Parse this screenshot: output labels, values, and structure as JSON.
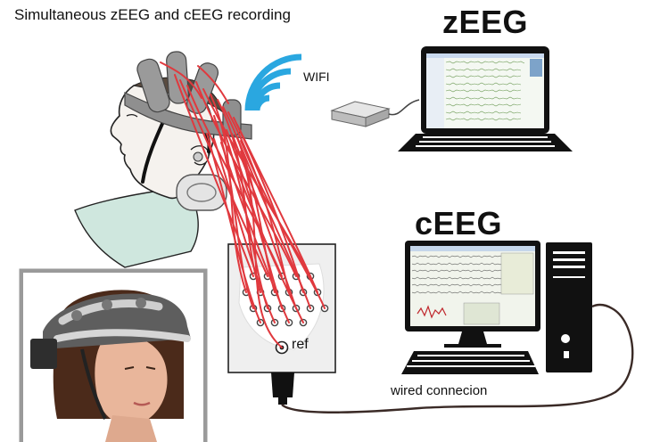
{
  "title": "Simultaneous zEEG and cEEG recording",
  "labels": {
    "wifi": "WIFI",
    "zeeg": "zEEG",
    "ceeg": "cEEG",
    "ref": "ref",
    "wired": "wired connecion"
  },
  "colors": {
    "cable": "#e0393e",
    "wifi": "#2aa7e0",
    "headset": "#8f8f8f",
    "device": "#111111",
    "skin_sketch": "#f5f2ee",
    "shirt": "#cfe7de",
    "photo_frame": "#9a9a9a",
    "signal_trace": "#6c9a55"
  },
  "icons": {
    "wireless": "wifi-icon",
    "receiver": "usb-receiver-icon",
    "zeeg_computer": "laptop-icon",
    "ceeg_computer": "desktop-computer-icon",
    "amplifier": "amplifier-box-icon"
  }
}
